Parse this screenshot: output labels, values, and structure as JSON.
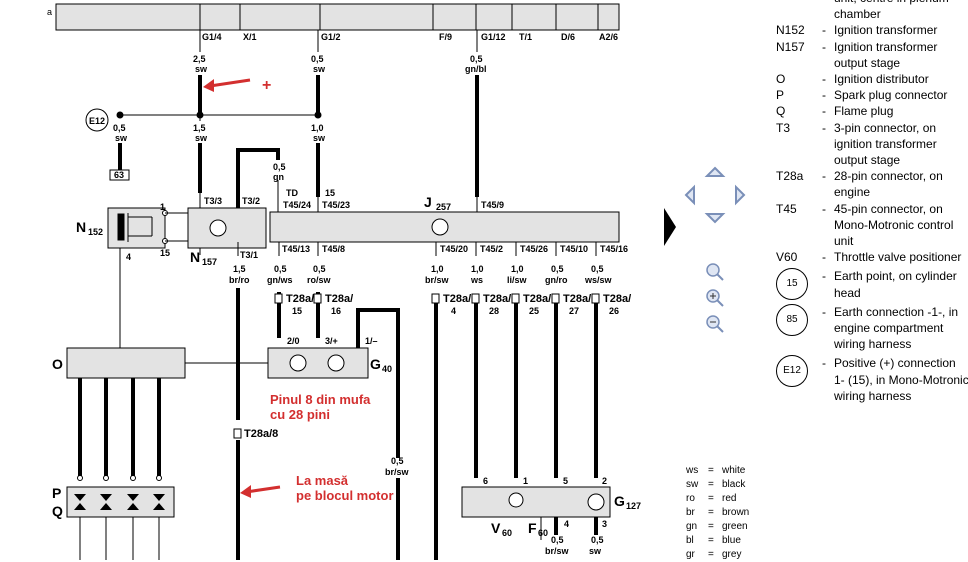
{
  "diagram": {
    "left_label": "a",
    "bus_connectors": [
      "G1/4",
      "X/1",
      "G1/2",
      "F/9",
      "G1/12",
      "T/1",
      "D/6",
      "A2/6"
    ],
    "wires": {
      "w1_size": "2,5",
      "w1_color": "sw",
      "w2_size": "0,5",
      "w2_color": "sw",
      "w3_size": "0,5",
      "w3_color": "gn/bl",
      "w4_size": "0,5",
      "w4_color": "sw",
      "w5_size": "1,5",
      "w5_color": "sw",
      "w6_size": "1,0",
      "w6_color": "sw",
      "gn_size": "0,5",
      "gn_color": "gn",
      "brro_size": "1,5",
      "brro_color": "br/ro",
      "brsw_size": "0,5",
      "brsw_color": "br/sw"
    },
    "e12": "E12",
    "box63": "63",
    "td_label": "TD",
    "n15_label": "15",
    "connectors": {
      "t33": "T3/3",
      "t32": "T3/2",
      "t31": "T3/1",
      "t4524": "T45/24",
      "t4523": "T45/23",
      "t459": "T45/9",
      "t4513": "T45/13",
      "t458": "T45/8",
      "t4520": "T45/20",
      "t452": "T45/2",
      "t4526": "T45/26",
      "t4510": "T45/10",
      "t4516": "T45/16"
    },
    "components": {
      "n152": "N",
      "n152_sub": "152",
      "n157": "N",
      "n157_sub": "157",
      "j257": "J",
      "j257_sub": "257",
      "o": "O",
      "g40": "G",
      "g40_sub": "40",
      "p": "P",
      "q": "Q",
      "g127": "G",
      "g127_sub": "127",
      "v60": "V",
      "v60_sub": "60",
      "f60": "F",
      "f60_sub": "60"
    },
    "pins": {
      "n152_1": "1",
      "n152_15": "15",
      "n152_4": "4",
      "g40_20": "2/0",
      "g40_3": "3/+",
      "g40_1": "1/–",
      "g127_6": "6",
      "g127_1": "1",
      "g127_5": "5",
      "g127_2": "2",
      "g127_4": "4",
      "g127_3": "3"
    },
    "lower_wires": [
      {
        "size": "0,5",
        "color": "gn/ws"
      },
      {
        "size": "0,5",
        "color": "ro/sw"
      },
      {
        "size": "1,0",
        "color": "br/sw"
      },
      {
        "size": "1,0",
        "color": "ws"
      },
      {
        "size": "1,0",
        "color": "li/sw"
      },
      {
        "size": "0,5",
        "color": "gn/ro"
      },
      {
        "size": "0,5",
        "color": "ws/sw"
      }
    ],
    "t28_pins": [
      {
        "top": "T28a/",
        "num": "15"
      },
      {
        "top": "T28a/",
        "num": "16"
      },
      {
        "top": "T28a/",
        "num": "4"
      },
      {
        "top": "T28a/",
        "num": "28"
      },
      {
        "top": "T28a/",
        "num": "25"
      },
      {
        "top": "T28a/",
        "num": "27"
      },
      {
        "top": "T28a/",
        "num": "26"
      }
    ],
    "t28a8": "T28a/8",
    "bottom_wires": [
      {
        "size": "0,5",
        "color": "br/sw"
      },
      {
        "size": "0,5",
        "color": "br/sw"
      },
      {
        "size": "0,5",
        "color": "sw"
      }
    ],
    "annotation_plus": "+",
    "annotation_pin8_line1": "Pinul 8 din mufa",
    "annotation_pin8_line2": "cu 28 pini",
    "annotation_ground_line1": "La masă",
    "annotation_ground_line2": "pe blocul motor"
  },
  "legend": [
    {
      "code": "",
      "desc": [
        "unit, centre in plenum",
        "chamber"
      ],
      "cont_only": true
    },
    {
      "code": "N152",
      "desc": [
        "Ignition transformer"
      ]
    },
    {
      "code": "N157",
      "desc": [
        "Ignition transformer",
        "output stage"
      ]
    },
    {
      "code": "O",
      "desc": [
        "Ignition distributor"
      ]
    },
    {
      "code": "P",
      "desc": [
        "Spark plug connector"
      ]
    },
    {
      "code": "Q",
      "desc": [
        "Flame plug"
      ]
    },
    {
      "code": "T3",
      "desc": [
        "3-pin connector, on",
        "ignition transformer",
        "output stage"
      ]
    },
    {
      "code": "T28a",
      "desc": [
        "28-pin connector, on",
        "engine"
      ]
    },
    {
      "code": "T45",
      "desc": [
        "45-pin connector, on",
        "Mono-Motronic control",
        "unit"
      ]
    },
    {
      "code": "V60",
      "desc": [
        "Throttle valve positioner"
      ]
    }
  ],
  "legend_circles": [
    {
      "code": "15",
      "desc": [
        "Earth point, on cylinder",
        "head"
      ]
    },
    {
      "code": "85",
      "desc": [
        "Earth connection -1-, in",
        "engine compartment",
        "wiring harness"
      ]
    },
    {
      "code": "E12",
      "desc": [
        "Positive (+) connection",
        "1- (15), in Mono-Motronic",
        "wiring harness"
      ]
    }
  ],
  "colors": [
    {
      "a": "ws",
      "b": "=",
      "c": "white"
    },
    {
      "a": "sw",
      "b": "=",
      "c": "black"
    },
    {
      "a": "ro",
      "b": "=",
      "c": "red"
    },
    {
      "a": "br",
      "b": "=",
      "c": "brown"
    },
    {
      "a": "gn",
      "b": "=",
      "c": "green"
    },
    {
      "a": "bl",
      "b": "=",
      "c": "blue"
    },
    {
      "a": "gr",
      "b": "=",
      "c": "grey"
    }
  ],
  "nav": {
    "up": "up-arrow",
    "down": "down-arrow",
    "left": "left-arrow",
    "right": "right-arrow",
    "zoom": "zoom-icon",
    "zoom_in": "zoom-in-icon",
    "zoom_out": "zoom-out-icon",
    "next": "next-page-icon"
  }
}
